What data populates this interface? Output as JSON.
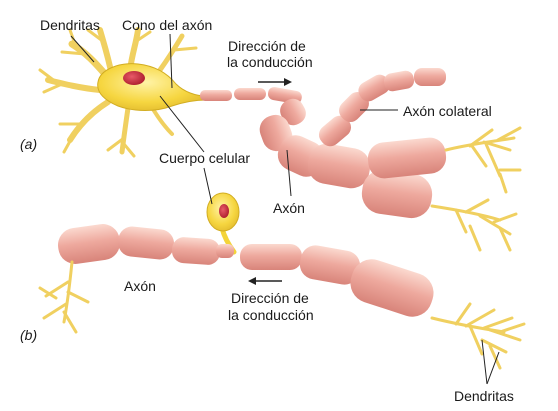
{
  "panel_a": {
    "panel_label": "(a)",
    "dendrites": "Dendritas",
    "axon_hillock": "Cono del axón",
    "conduction_line1": "Dirección de",
    "conduction_line2": "la conducción",
    "collateral": "Axón colateral",
    "cell_body": "Cuerpo celular",
    "axon": "Axón"
  },
  "panel_b": {
    "panel_label": "(b)",
    "axon": "Axón",
    "conduction_line1": "Dirección de",
    "conduction_line2": "la conducción",
    "dendrites": "Dendritas"
  },
  "colors": {
    "myelin": "#e8a096",
    "myelin_light": "#f8d0c6",
    "node": "#d9847a",
    "cell": "#f4d43a",
    "cell_edge": "#d2ad22",
    "dendrite": "#f0d060",
    "nucleus": "#c72a3a",
    "leader": "#222222"
  }
}
